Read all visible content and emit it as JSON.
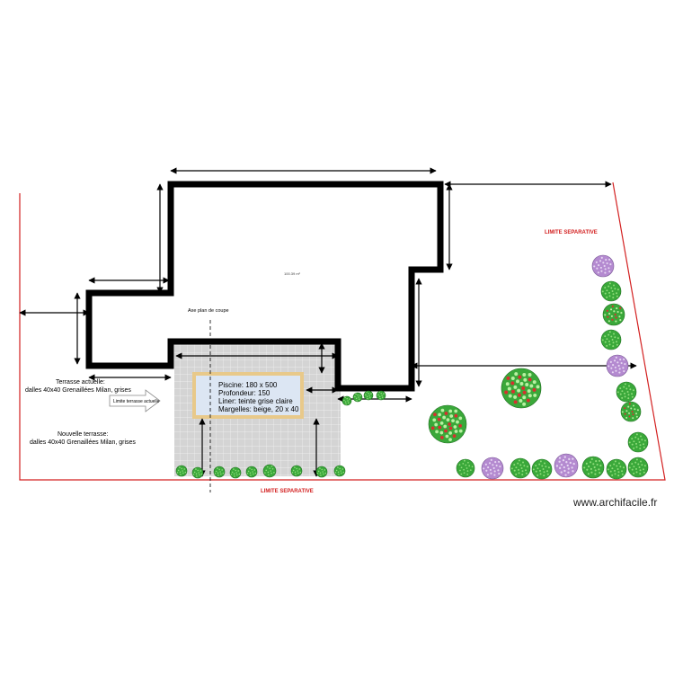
{
  "plan": {
    "house_area_label": "100.39 m²",
    "section_axis_label": "Axe plan de coupe",
    "boundary_label_top": "LIMITE SEPARATIVE",
    "boundary_label_bottom": "LIMITE SEPARATIVE",
    "existing_terrace": {
      "line1": "Terrasse actuelle:",
      "line2": "dalles 40x40 Grenaillées Milan, grises"
    },
    "terrace_limit_label": "Limite terrasse actuelle",
    "new_terrace": {
      "line1": "Nouvelle terrasse:",
      "line2": "dalles 40x40 Grenaillées Milan, grises"
    },
    "pool": {
      "line1": "Piscine: 180 x 500",
      "line2": "Profondeur: 150",
      "line3": "Liner: teinte grise claire",
      "line4": "Margelles: beige, 20 x 40"
    },
    "watermark": "www.archifacile.fr"
  },
  "colors": {
    "boundary": "#d32020",
    "wall": "#000000",
    "terrace_fill": "#d4d4d4",
    "pool_fill": "#dce6f3",
    "pool_coping": "#e8c98a",
    "shrub_green": "#3aa83a",
    "shrub_purple": "#b48ad0",
    "shrub_red_dots": "#d83030"
  }
}
